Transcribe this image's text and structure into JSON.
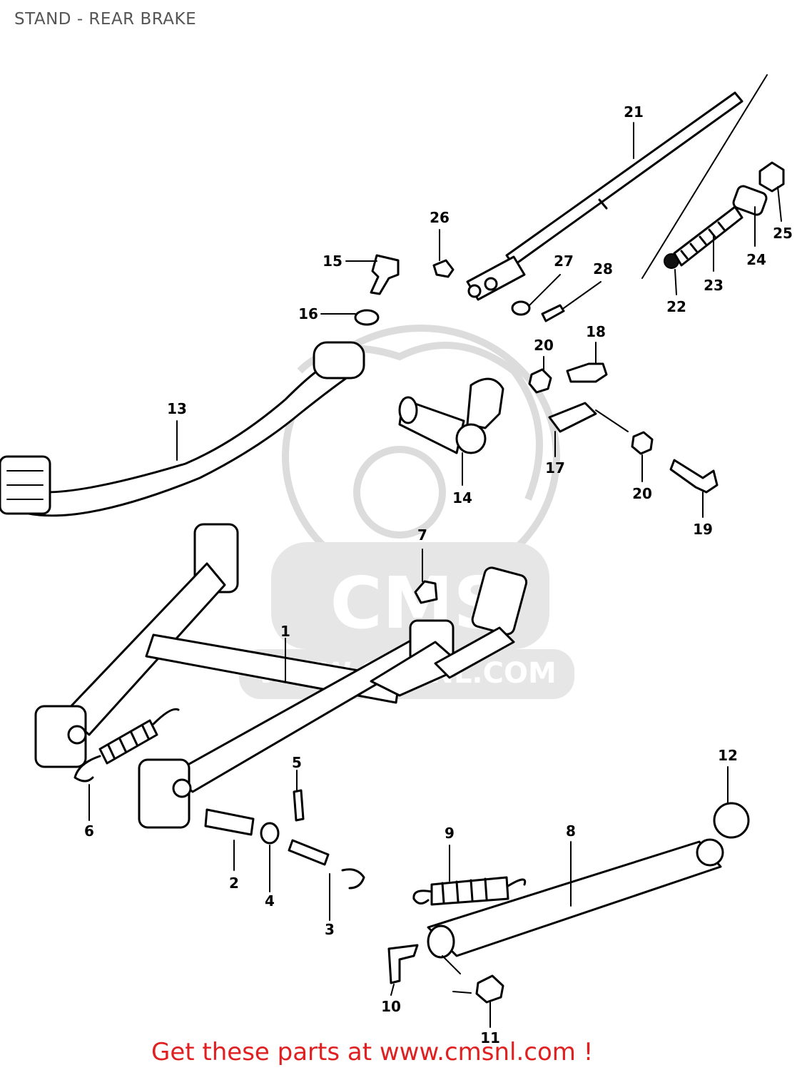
{
  "title": "STAND - REAR BRAKE",
  "footer": "Get these parts at www.cmsnl.com !",
  "watermark": {
    "brand": "CMS",
    "url": "WWW.CMSNL.COM"
  },
  "colors": {
    "footer": "#e02020",
    "title": "#555555",
    "watermark": "#dcdcdc"
  },
  "callouts": [
    "1",
    "2",
    "3",
    "4",
    "5",
    "6",
    "7",
    "8",
    "9",
    "10",
    "11",
    "12",
    "13",
    "14",
    "15",
    "16",
    "17",
    "18",
    "19",
    "20",
    "20",
    "21",
    "22",
    "23",
    "24",
    "25",
    "26",
    "27",
    "28"
  ]
}
